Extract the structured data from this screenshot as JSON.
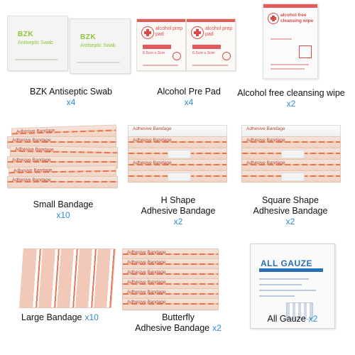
{
  "items": [
    {
      "label_lines": [
        "BZK Antiseptic Swab"
      ],
      "qty": "x4"
    },
    {
      "label_lines": [
        "Alcohol Pre Pad"
      ],
      "qty": "x4"
    },
    {
      "label_lines": [
        "Alcohol free cleansing wipe"
      ],
      "qty": "x2"
    },
    {
      "label_lines": [
        "Small Bandage"
      ],
      "qty": "x10"
    },
    {
      "label_lines": [
        "H Shape",
        "Adhesive Bandage"
      ],
      "qty": "x2"
    },
    {
      "label_lines": [
        "Square Shape",
        "Adhesive Bandage"
      ],
      "qty": "x2"
    },
    {
      "label_lines": [
        "Large Bandage"
      ],
      "qty": "x10"
    },
    {
      "label_lines": [
        "Butterfly",
        "Adhesive Bandage"
      ],
      "qty": "x2"
    },
    {
      "label_lines": [
        "All Gauze"
      ],
      "qty": "x2"
    }
  ],
  "packaging_text": {
    "swab_brand": "BZK",
    "swab_name": "Antiseptic Swab",
    "alcohol_name": "alcohol prep pad",
    "alcohol_size": "6.5cm x 3cm",
    "wipe_name": "alcohol free cleansing wipe",
    "bandage_text": "Adhesive Bandage",
    "gauze_brand": "ALL GAUZE"
  },
  "colors": {
    "quantity_blue": "#2a8bd4",
    "swab_green": "#8cc63f",
    "alcohol_red": "#d94a4a",
    "gauze_blue": "#2a6fb5"
  }
}
